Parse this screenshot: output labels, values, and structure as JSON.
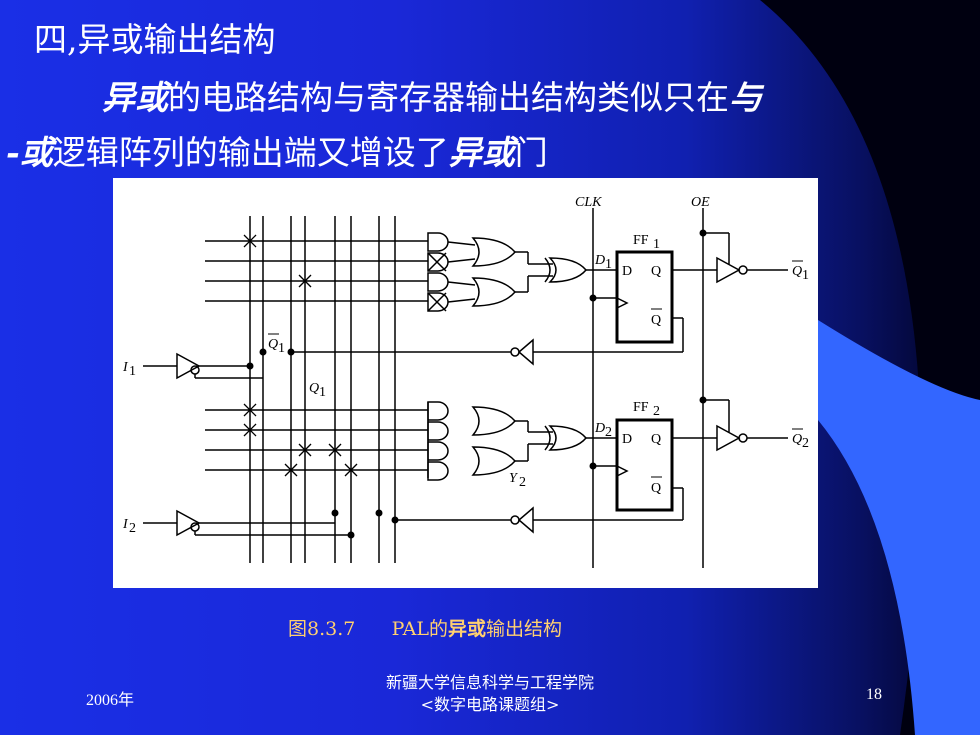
{
  "slide": {
    "title": "四,异或输出结构",
    "para1": {
      "hl1": "异或",
      "text1": "的电路结构与寄存器输出结构类似只在",
      "hl2": "与"
    },
    "para2": {
      "hl1": "-或",
      "text1": "逻辑阵列的输出端又增设了",
      "hl2": "异或",
      "text2": "门"
    }
  },
  "diagram": {
    "labels": {
      "clk": "CLK",
      "oe": "OE",
      "ff1": "FF",
      "ff1_sub": "1",
      "ff2": "FF",
      "ff2_sub": "2",
      "d1": "D",
      "d1_sub": "1",
      "d2": "D",
      "d2_sub": "2",
      "d": "D",
      "q": "Q",
      "qbar": "Q",
      "out1": "Q",
      "out1_sub": "1",
      "out2": "Q",
      "out2_sub": "2",
      "i1": "I",
      "i1_sub": "1",
      "i2": "I",
      "i2_sub": "2",
      "fb_qbar1": "Q",
      "fb_qbar1_sub": "1",
      "fb_q1": "Q",
      "fb_q1_sub": "1",
      "y2": "Y",
      "y2_sub": "2"
    }
  },
  "caption": {
    "prefix": "图8.3.7",
    "middle": "PAL的",
    "bold": "异或",
    "suffix": "输出结构"
  },
  "footer": {
    "left": "2006年",
    "center_line1": "新疆大学信息科学与工程学院",
    "center_line2": "<数字电路课题组>",
    "page": "18"
  },
  "colors": {
    "arc": "#3366ff",
    "caption": "#ffd070"
  }
}
